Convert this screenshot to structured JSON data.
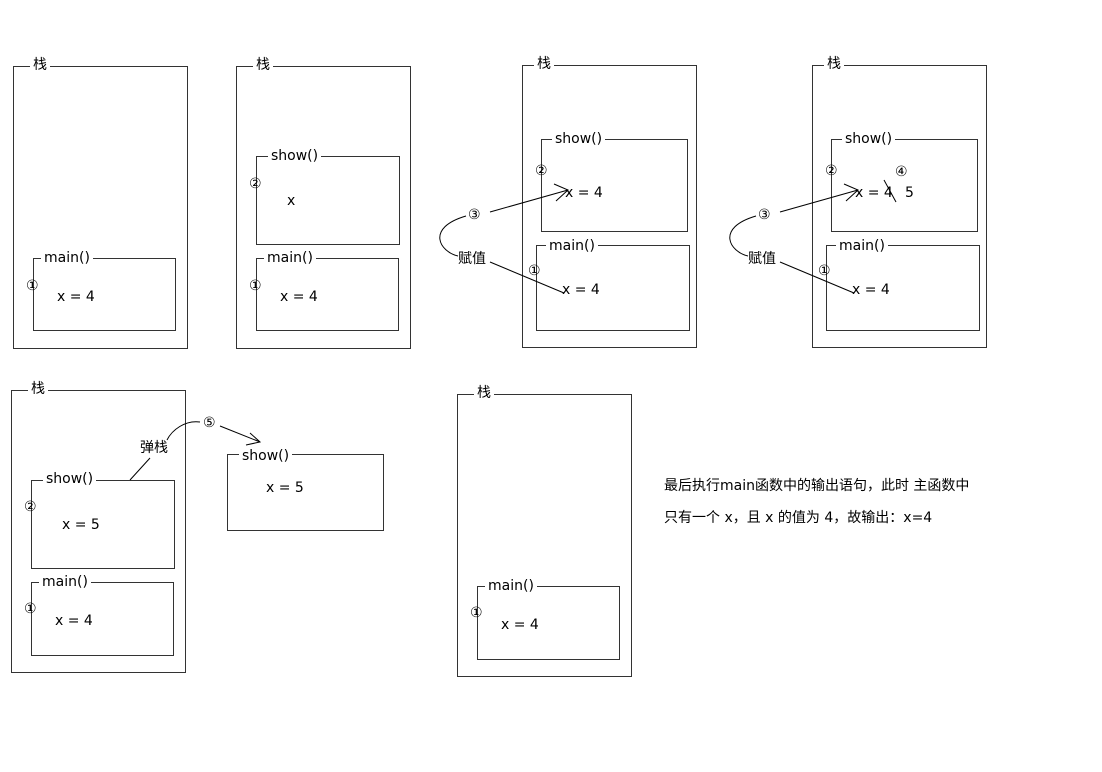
{
  "labels": {
    "stack": "栈",
    "main": "main()",
    "show": "show()",
    "assign": "赋值",
    "pop": "弹栈"
  },
  "values": {
    "x4": "x = 4",
    "x5": "x = 5",
    "x": "x",
    "x_struck": "x = 4",
    "new_val": "5"
  },
  "markers": {
    "m1": "①",
    "m2": "②",
    "m3": "③",
    "m4": "④",
    "m5": "⑤"
  },
  "caption": {
    "line1": "最后执行main函数中的输出语句，此时 主函数中",
    "line2": "只有一个 x，且 x 的值为 4，故输出：x=4"
  }
}
